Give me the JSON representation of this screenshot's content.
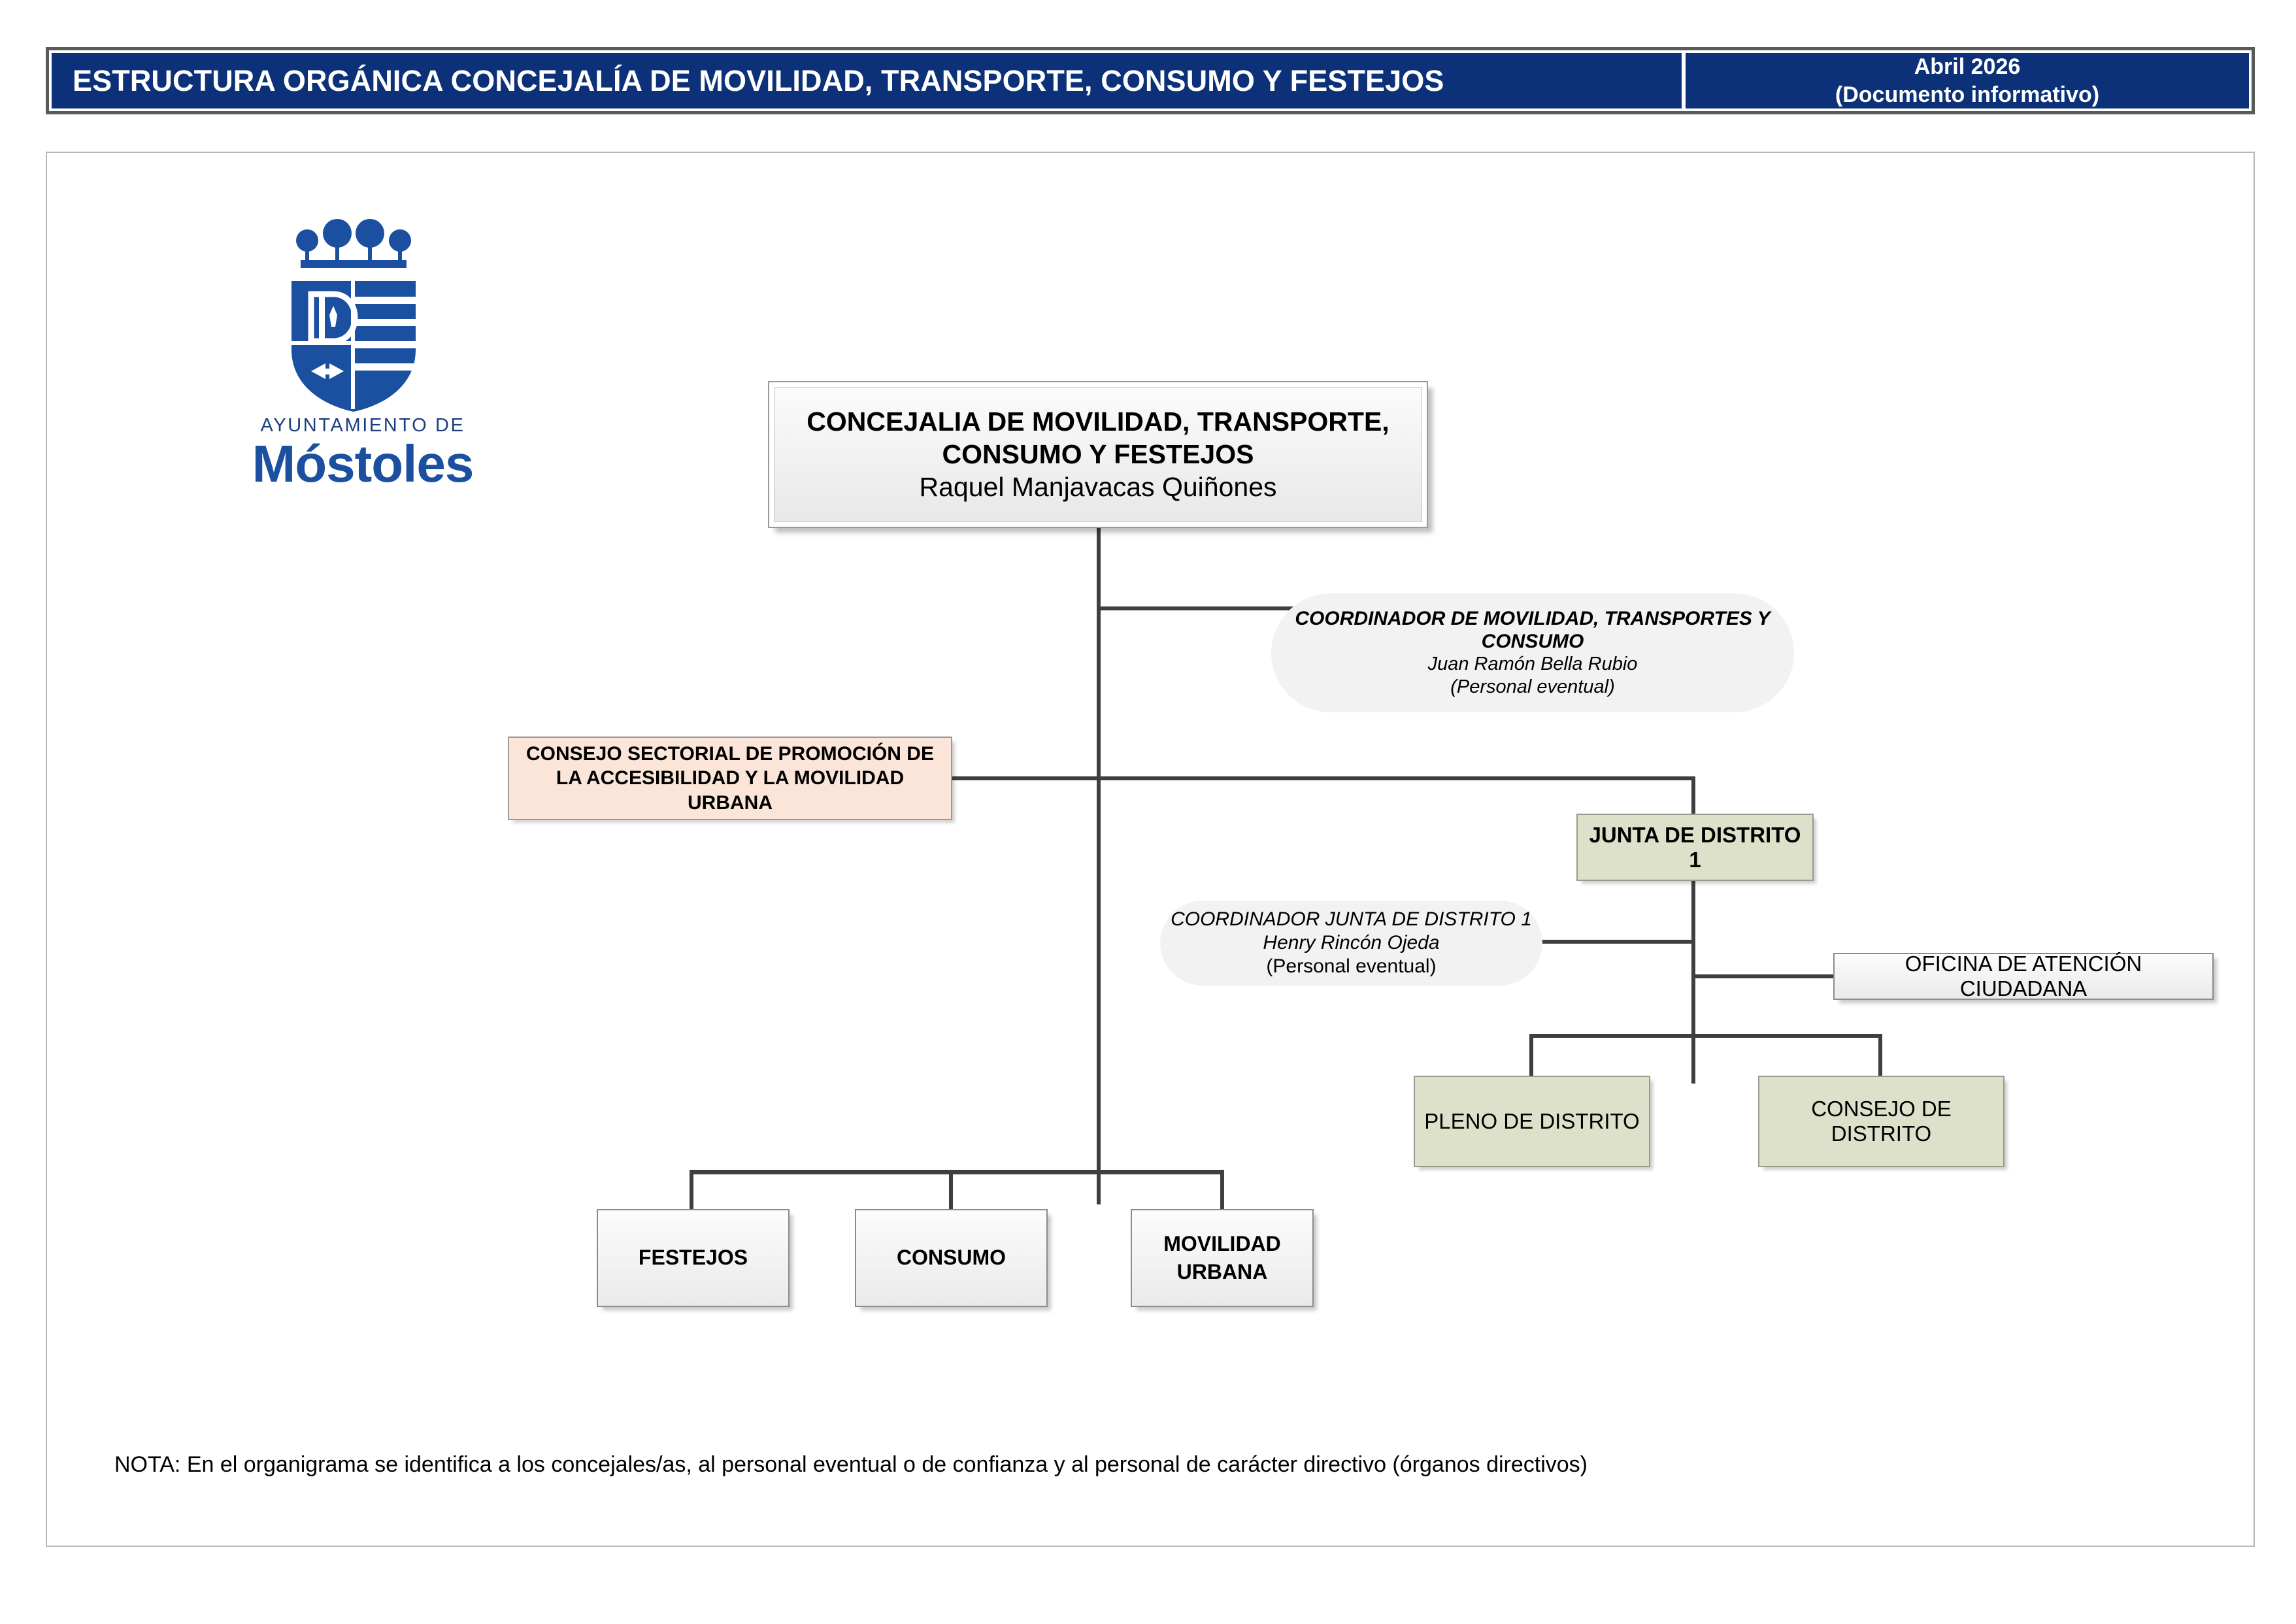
{
  "header": {
    "title": "ESTRUCTURA ORGÁNICA CONCEJALÍA DE MOVILIDAD, TRANSPORTE, CONSUMO Y FESTEJOS",
    "date_line1": "Abril 2026",
    "date_line2": "(Documento informativo)",
    "banner_color": "#0C3178",
    "frame_color": "#5a5a5a"
  },
  "logo": {
    "crest_icon": "mostoles-coat-of-arms-icon",
    "line1": "AYUNTAMIENTO DE",
    "line2": "Móstoles",
    "color": "#1b4fa0"
  },
  "org": {
    "concejalia": {
      "title_line1": "CONCEJALIA DE MOVILIDAD, TRANSPORTE,",
      "title_line2": "CONSUMO Y FESTEJOS",
      "person": "Raquel Manjavacas Quiñones"
    },
    "coordinador_movilidad": {
      "title_line1": "COORDINADOR DE MOVILIDAD, TRANSPORTES Y",
      "title_line2": "CONSUMO",
      "person": "Juan Ramón Bella Rubio",
      "note": "(Personal eventual)"
    },
    "consejo_sectorial": {
      "line1": "CONSEJO SECTORIAL DE PROMOCIÓN DE",
      "line2": "LA ACCESIBILIDAD Y LA MOVILIDAD",
      "line3": "URBANA",
      "color": "#FAE5D8"
    },
    "junta_distrito": {
      "label": "JUNTA DE DISTRITO 1",
      "color": "#DDE1CA"
    },
    "coordinador_junta": {
      "title": "COORDINADOR JUNTA DE DISTRITO 1",
      "person": "Henry Rincón Ojeda",
      "note": "(Personal eventual)"
    },
    "oficina_atencion": {
      "label": "OFICINA DE ATENCIÓN CIUDADANA"
    },
    "pleno_distrito": {
      "label": "PLENO DE DISTRITO"
    },
    "consejo_distrito": {
      "label": "CONSEJO DE DISTRITO"
    },
    "areas": [
      {
        "label": "FESTEJOS"
      },
      {
        "label": "CONSUMO"
      },
      {
        "label_line1": "MOVILIDAD",
        "label_line2": "URBANA"
      }
    ]
  },
  "note": "NOTA: En el organigrama se identifica a los concejales/as, al personal eventual o de confianza y al personal de carácter directivo (órganos directivos)"
}
